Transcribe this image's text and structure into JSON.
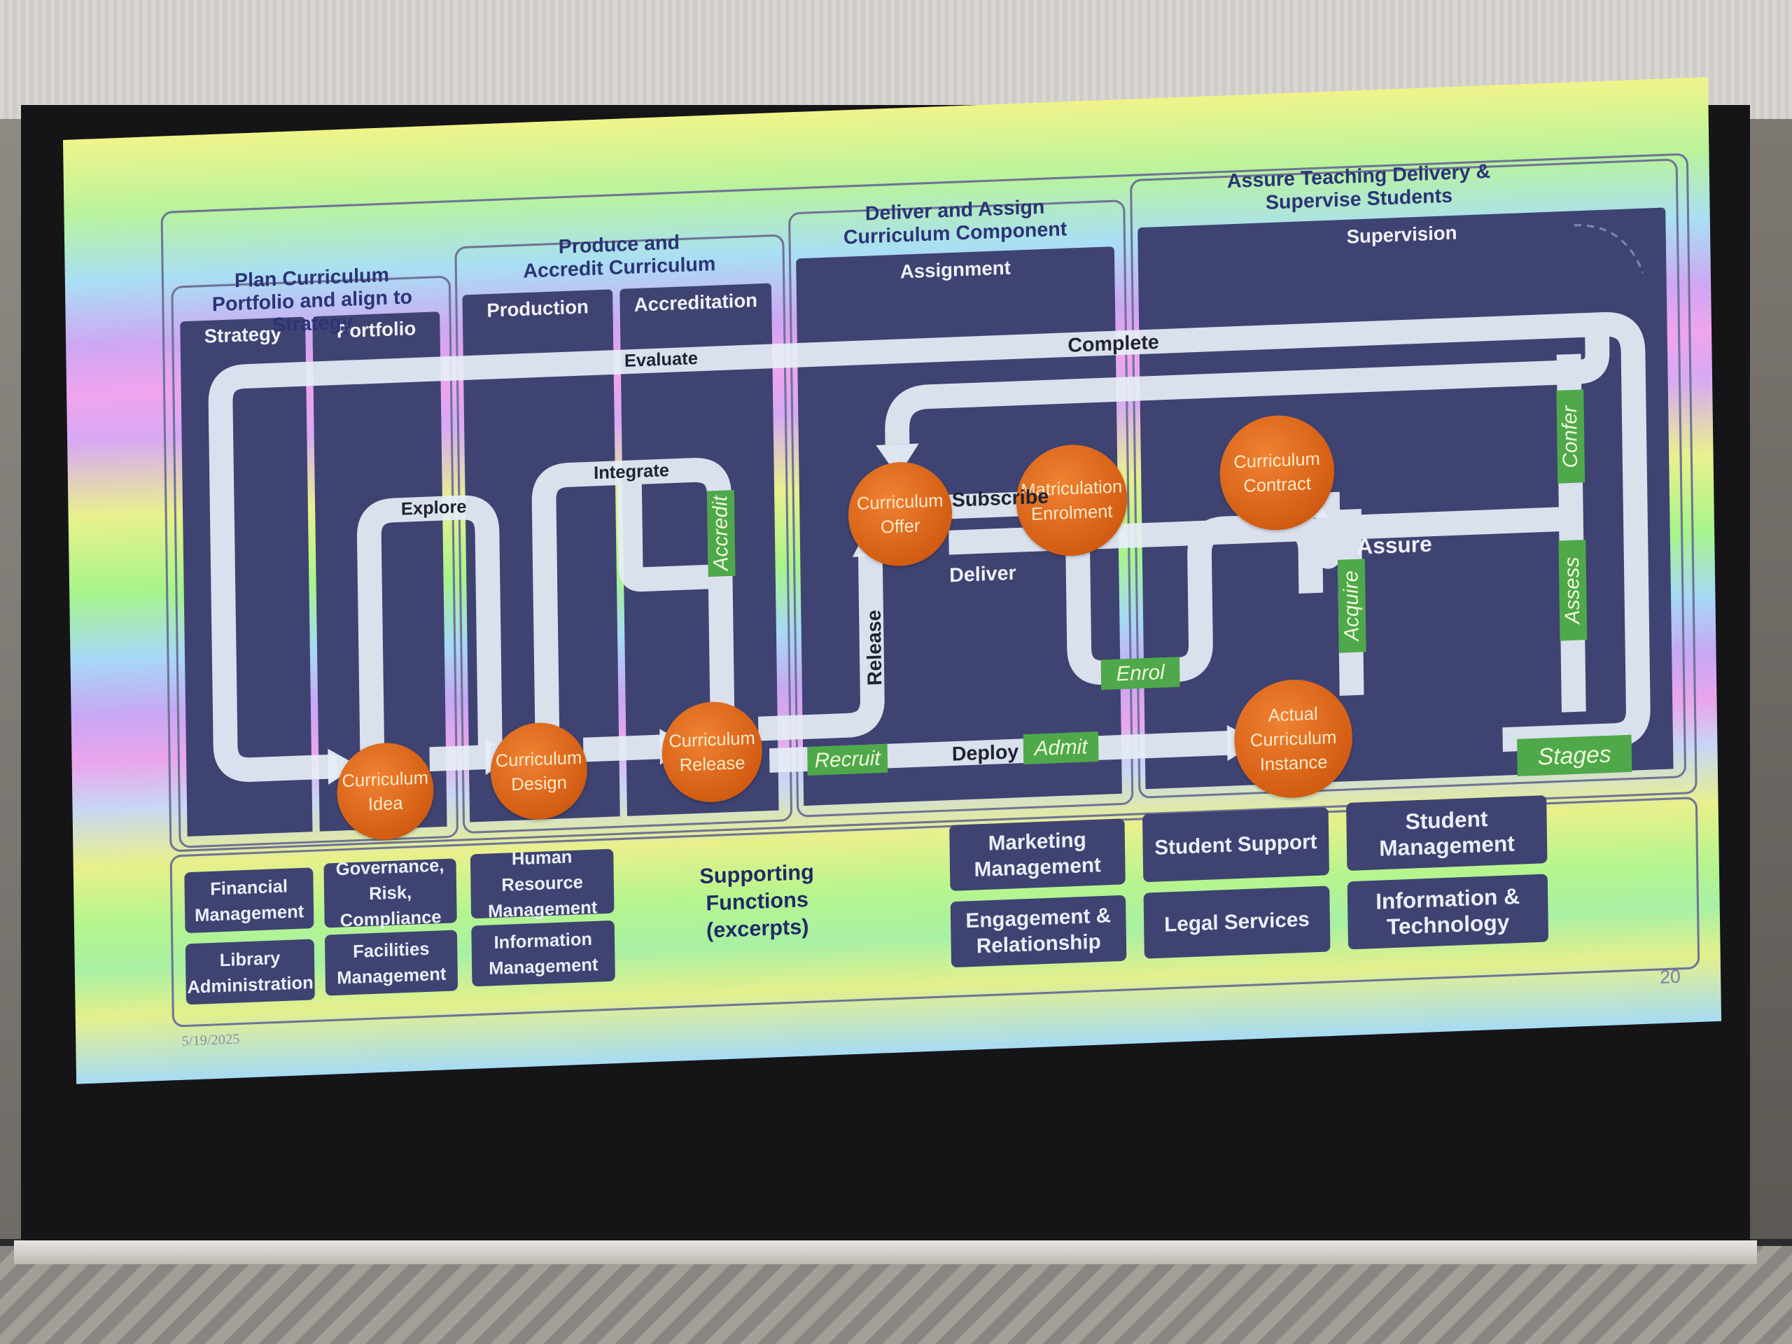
{
  "phases": {
    "plan": "Plan Curriculum Portfolio and align to Strategy",
    "produce": "Produce and Accredit Curriculum",
    "deliver": "Deliver and Assign Curriculum Component",
    "assure": "Assure Teaching Delivery & Supervise Students"
  },
  "lanes": {
    "strategy": "Strategy",
    "portfolio": "Portfolio",
    "production": "Production",
    "accreditation": "Accreditation",
    "assignment": "Assignment",
    "supervision": "Supervision"
  },
  "stages": {
    "idea": "Curriculum Idea",
    "design": "Curriculum Design",
    "release": "Curriculum Release",
    "offer": "Curriculum Offer",
    "enrolment": "Matriculation Enrolment",
    "contract": "Curriculum Contract",
    "instance": "Actual Curriculum Instance"
  },
  "flows": {
    "complete": "Complete",
    "evaluate": "Evaluate",
    "explore": "Explore",
    "integrate": "Integrate",
    "subscribe": "Subscribe",
    "deliver": "Deliver",
    "release": "Release",
    "deploy": "Deploy",
    "assure": "Assure"
  },
  "tags": {
    "accredit": "Accredit",
    "recruit": "Recruit",
    "admit": "Admit",
    "enrol": "Enrol",
    "acquire": "Acquire",
    "assess": "Assess",
    "confer": "Confer",
    "stages": "Stages"
  },
  "supporting": {
    "title": "Supporting Functions (excerpts)",
    "items": [
      "Financial Management",
      "Governance, Risk, Compliance",
      "Human Resource Management",
      "Library Administration",
      "Facilities Management",
      "Information Management",
      "Marketing Management",
      "Student Support",
      "Student Management",
      "Engagement & Relationship",
      "Legal Services",
      "Information & Technology"
    ]
  },
  "footer": {
    "date": "5/19/2025",
    "page": "20"
  },
  "colors": {
    "panel": "#3f4372",
    "stage": "#d9661a",
    "flow": "#e6eef7",
    "tag": "#4fa84a"
  }
}
